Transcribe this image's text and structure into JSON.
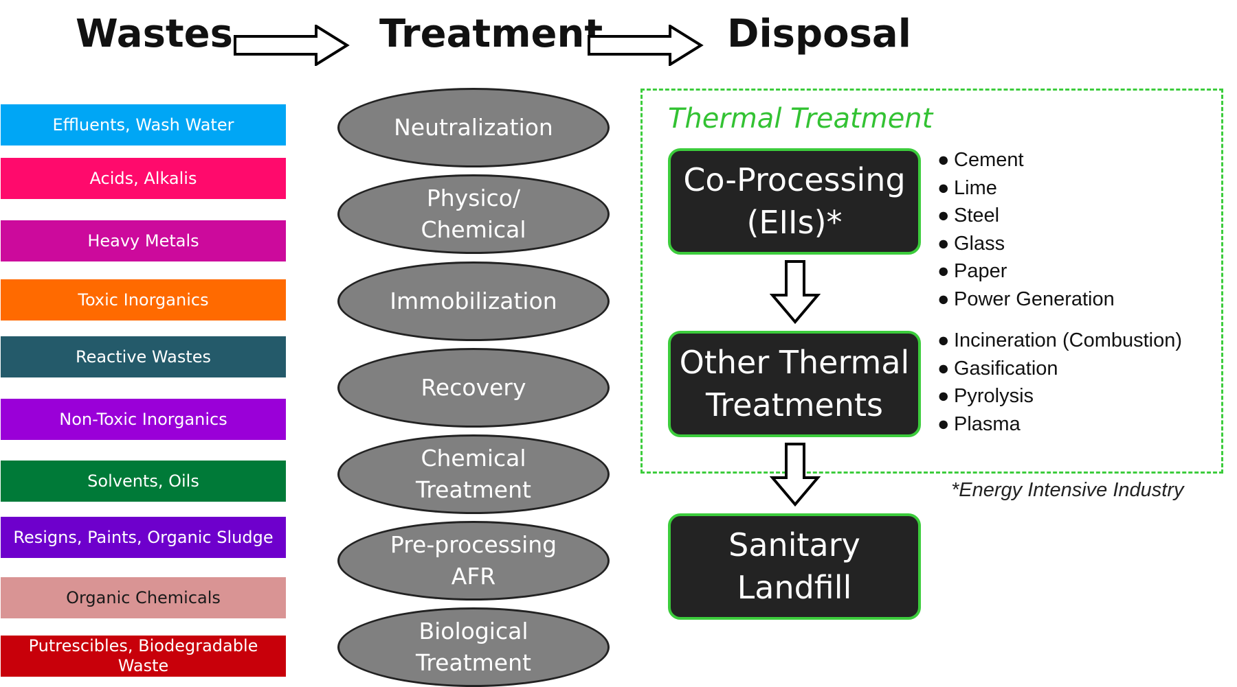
{
  "headings": {
    "wastes": "Wastes",
    "treatment": "Treatment",
    "disposal": "Disposal"
  },
  "wastes": [
    {
      "label": "Effluents, Wash Water",
      "color": "#00a6f5",
      "text_color": "#ffffff"
    },
    {
      "label": "Acids, Alkalis",
      "color": "#ff0a6c",
      "text_color": "#ffffff"
    },
    {
      "label": "Heavy Metals",
      "color": "#cc0a9c",
      "text_color": "#ffffff"
    },
    {
      "label": "Toxic Inorganics",
      "color": "#ff6a00",
      "text_color": "#ffffff"
    },
    {
      "label": "Reactive Wastes",
      "color": "#245a6a",
      "text_color": "#ffffff"
    },
    {
      "label": "Non-Toxic Inorganics",
      "color": "#9a00d8",
      "text_color": "#ffffff"
    },
    {
      "label": "Solvents, Oils",
      "color": "#007a38",
      "text_color": "#ffffff"
    },
    {
      "label": "Resigns, Paints, Organic Sludge",
      "color": "#6e00cc",
      "text_color": "#ffffff"
    },
    {
      "label": "Organic Chemicals",
      "color": "#d99494",
      "text_color": "#1a1a1a"
    },
    {
      "label": "Putrescibles, Biodegradable Waste",
      "color": "#c8000a",
      "text_color": "#ffffff"
    }
  ],
  "treatments": [
    "Neutralization",
    "Physico/\nChemical",
    "Immobilization",
    "Recovery",
    "Chemical\nTreatment",
    "Pre-processing\nAFR",
    "Biological\nTreatment"
  ],
  "disposal": {
    "thermal_label": "Thermal Treatment",
    "co_processing": "Co-Processing\n(EIIs)*",
    "co_processing_items": [
      "Cement",
      "Lime",
      "Steel",
      "Glass",
      "Paper",
      "Power Generation"
    ],
    "other_thermal": "Other Thermal\nTreatments",
    "other_thermal_items": [
      "Incineration (Combustion)",
      "Gasification",
      "Pyrolysis",
      "Plasma"
    ],
    "landfill": "Sanitary\nLandfill",
    "footnote": "*Energy Intensive Industry"
  },
  "colors": {
    "treatment_fill": "#808080",
    "disposal_fill": "#232323",
    "accent_green": "#3ccc3c"
  }
}
